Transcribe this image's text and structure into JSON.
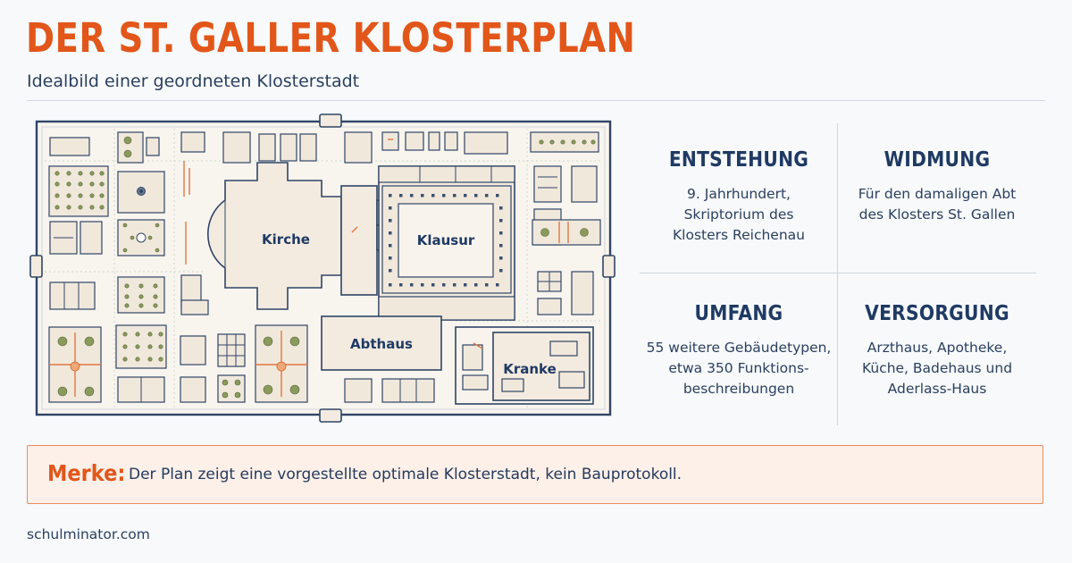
{
  "header": {
    "title": "DER ST. GALLER KLOSTERPLAN",
    "subtitle": "Idealbild einer geordneten Klosterstadt"
  },
  "plan": {
    "labels": {
      "kirche": "Kirche",
      "klausur": "Klausur",
      "abthaus": "Abthaus",
      "kranke": "Kranke"
    }
  },
  "info": {
    "entstehung": {
      "heading": "ENTSTEHUNG",
      "lines": [
        "9. Jahrhundert,",
        "Skriptorium des",
        "Klosters Reichenau"
      ]
    },
    "widmung": {
      "heading": "WIDMUNG",
      "lines": [
        "Für den damaligen Abt",
        "des Klosters St. Gallen"
      ]
    },
    "umfang": {
      "heading": "UMFANG",
      "lines": [
        "55 weitere Gebäudetypen,",
        "etwa 350 Funktions-",
        "beschreibungen"
      ]
    },
    "versorgung": {
      "heading": "VERSORGUNG",
      "lines": [
        "Arzthaus, Apotheke,",
        "Küche, Badehaus und",
        "Aderlass-Haus"
      ]
    }
  },
  "note": {
    "label": "Merke:",
    "text": "Der Plan zeigt eine vorgestellte optimale Klosterstadt, kein Bauprotokoll."
  },
  "footer": {
    "site": "schulminator.com"
  },
  "colors": {
    "accent": "#e2561a",
    "navy": "#1f3a63",
    "building_fill": "#f3ebe0",
    "building_stroke": "#2f4566",
    "garden_green": "#8a9a5b",
    "note_bg": "#fcf0e9"
  }
}
